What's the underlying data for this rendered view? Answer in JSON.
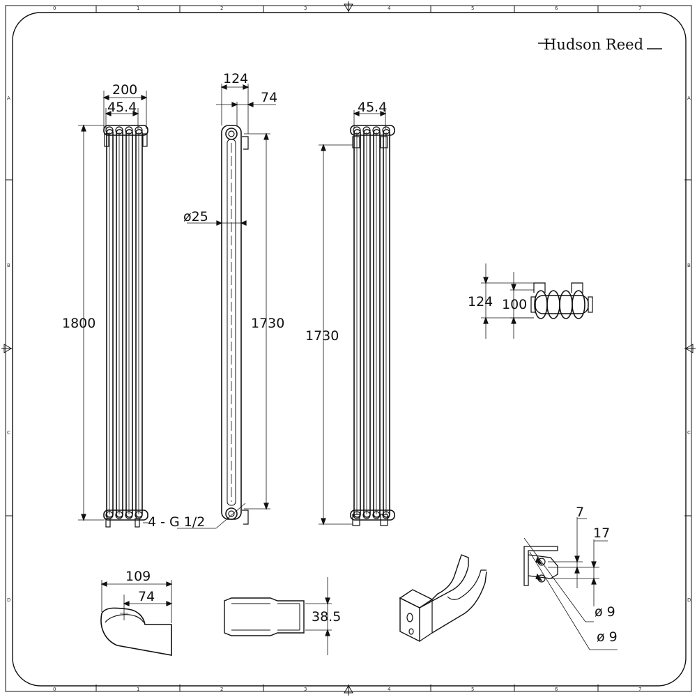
{
  "brand": {
    "name": "Hudson Reed"
  },
  "frame": {
    "columns": [
      "0",
      "1",
      "2",
      "3",
      "4",
      "5",
      "6",
      "7"
    ],
    "rows": [
      "A",
      "B",
      "C",
      "D"
    ]
  },
  "front_view": {
    "width": "200",
    "pitch": "45.4",
    "height": "1800",
    "connections": "4  -  G 1/2"
  },
  "side_view": {
    "depth": "124",
    "offset": "74",
    "tube": "ø25",
    "height": "1730"
  },
  "rear_view": {
    "pitch": "45.4",
    "height": "1730"
  },
  "top_view": {
    "depth": "124",
    "inner": "100"
  },
  "bracket_side": {
    "depth": "109",
    "offset": "74"
  },
  "bracket_top": {
    "height": "38.5"
  },
  "bracket_detail": {
    "dim_a": "7",
    "dim_b": "17",
    "hole_a": "ø 9",
    "hole_b": "ø 9"
  }
}
